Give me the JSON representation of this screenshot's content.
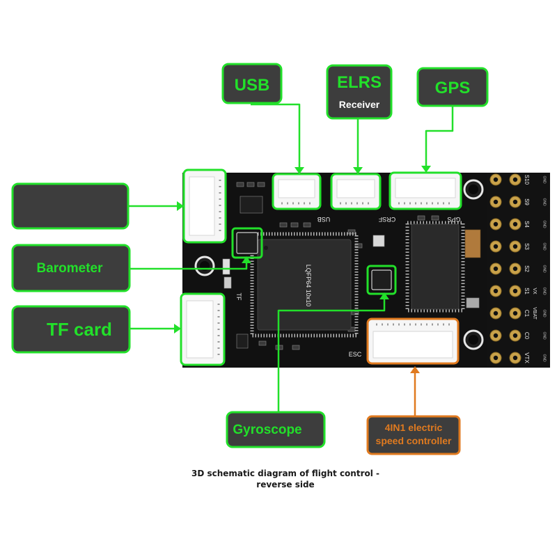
{
  "labels": {
    "usb": "USB",
    "elrs": "ELRS",
    "receiver": "Receiver",
    "gps": "GPS",
    "unnamed": "",
    "barometer": "Barometer",
    "tf_card": "TF card",
    "gyroscope": "Gyroscope",
    "esc_line1": "4IN1 electric",
    "esc_line2": "speed controller"
  },
  "silkscreen": {
    "usb": "USB",
    "crsf": "CRSF",
    "gps": "GPS",
    "tf": "TF",
    "esc": "ESC",
    "chip": "LQFP64 10x10"
  },
  "pins": {
    "rows": [
      {
        "id": "s10",
        "label": "S10"
      },
      {
        "id": "s9",
        "label": "S9"
      },
      {
        "id": "s4",
        "label": "S4"
      },
      {
        "id": "s3",
        "label": "S3"
      },
      {
        "id": "s2",
        "label": "S2"
      },
      {
        "id": "s1-vx",
        "label": "S1",
        "label2": "VX"
      },
      {
        "id": "c1-vbat",
        "label": "C1",
        "label2": "VBAT"
      },
      {
        "id": "c0",
        "label": "C0"
      },
      {
        "id": "vtx",
        "label": "VTX"
      }
    ],
    "side_label": "GND"
  },
  "caption": {
    "line1": "3D schematic diagram of flight control -",
    "line2": "reverse side"
  },
  "colors": {
    "green": "#22e02a",
    "orange": "#e07a1f",
    "board": "#111111",
    "label_bg": "#3d3d3d",
    "gold": "#c9a24a"
  }
}
